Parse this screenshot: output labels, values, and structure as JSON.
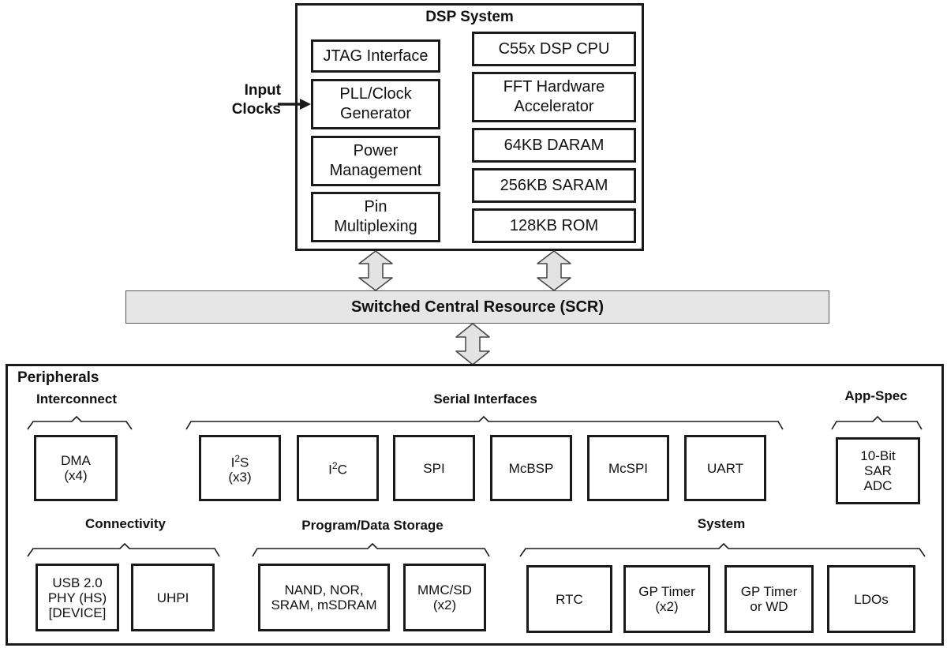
{
  "dsp_system": {
    "title": "DSP System",
    "input_clocks": "Input\nClocks",
    "left_blocks": [
      "JTAG Interface",
      "PLL/Clock\nGenerator",
      "Power\nManagement",
      "Pin\nMultiplexing"
    ],
    "right_blocks": [
      "C55x DSP CPU",
      "FFT Hardware\nAccelerator",
      "64KB DARAM",
      "256KB SARAM",
      "128KB ROM"
    ]
  },
  "scr": {
    "label": "Switched Central Resource (SCR)"
  },
  "peripherals": {
    "title": "Peripherals",
    "interconnect": {
      "title": "Interconnect",
      "dma": "DMA\n(x4)"
    },
    "serial_interfaces": {
      "title": "Serial Interfaces",
      "i2s_letter": "I",
      "i2s_sup": "2",
      "i2s_rest": "S",
      "i2s_count": "(x3)",
      "i2c_letter": "I",
      "i2c_sup": "2",
      "i2c_rest": "C",
      "spi": "SPI",
      "mcbsp": "McBSP",
      "mcspi": "McSPI",
      "uart": "UART"
    },
    "app_spec": {
      "title": "App-Spec",
      "adc": "10-Bit\nSAR\nADC"
    },
    "connectivity": {
      "title": "Connectivity",
      "usb": "USB 2.0\nPHY (HS)\n[DEVICE]",
      "uhpi": "UHPI"
    },
    "storage": {
      "title": "Program/Data Storage",
      "nand": "NAND, NOR,\nSRAM, mSDRAM",
      "mmc": "MMC/SD\n(x2)"
    },
    "system": {
      "title": "System",
      "rtc": "RTC",
      "gp_timer": "GP Timer\n(x2)",
      "gp_timer_wd": "GP Timer\nor WD",
      "ldos": "LDOs"
    }
  }
}
